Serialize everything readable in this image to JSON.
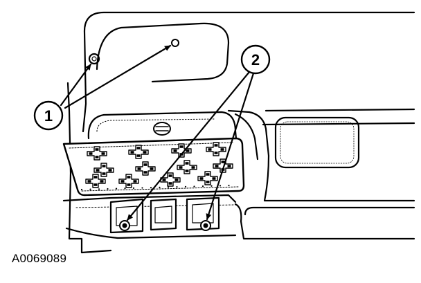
{
  "diagram": {
    "figure_id": "A0069089",
    "callouts": [
      {
        "number": "1"
      },
      {
        "number": "2"
      }
    ],
    "line_color": "#000000",
    "background": "#ffffff"
  }
}
